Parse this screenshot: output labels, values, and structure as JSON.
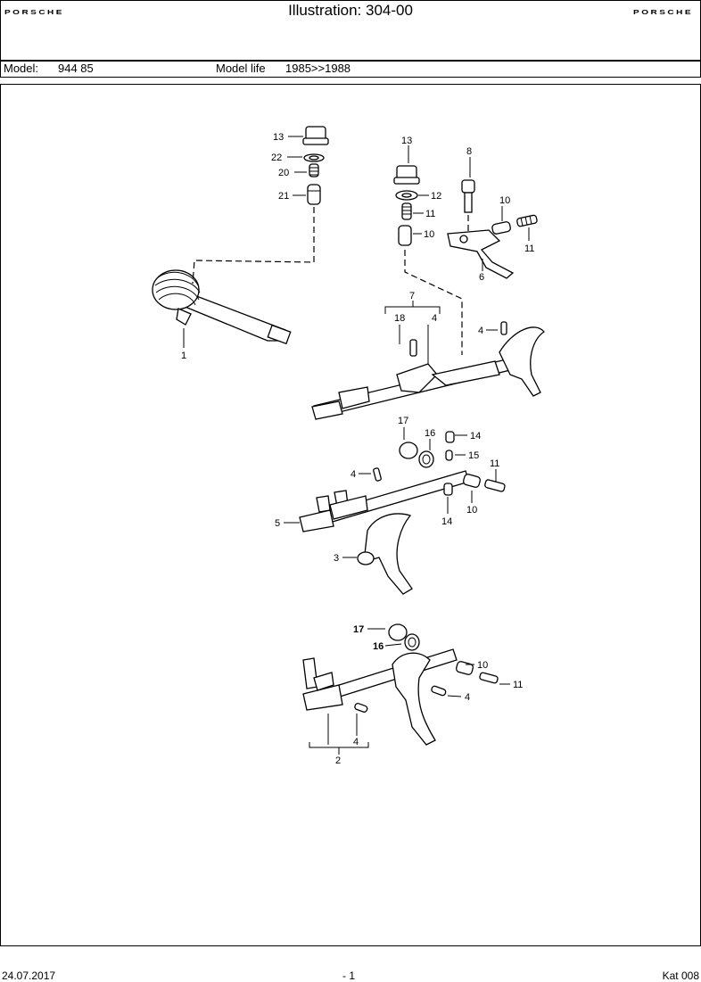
{
  "header": {
    "brand_left": "PORSCHE",
    "brand_right": "PORSCHE",
    "title": "Illustration: 304-00"
  },
  "model_bar": {
    "model_label": "Model:",
    "model_value": "944 85",
    "life_label": "Model life",
    "life_value": "1985>>1988"
  },
  "diagram": {
    "callouts": [
      {
        "id": "c13a",
        "text": "13"
      },
      {
        "id": "c22",
        "text": "22"
      },
      {
        "id": "c20",
        "text": "20"
      },
      {
        "id": "c21",
        "text": "21"
      },
      {
        "id": "c13b",
        "text": "13"
      },
      {
        "id": "c12",
        "text": "12"
      },
      {
        "id": "c11a",
        "text": "11"
      },
      {
        "id": "c10a",
        "text": "10"
      },
      {
        "id": "c8",
        "text": "8"
      },
      {
        "id": "c10b",
        "text": "10"
      },
      {
        "id": "c11b",
        "text": "11"
      },
      {
        "id": "c6",
        "text": "6"
      },
      {
        "id": "c1",
        "text": "1"
      },
      {
        "id": "c7",
        "text": "7"
      },
      {
        "id": "c18",
        "text": "18"
      },
      {
        "id": "c4a",
        "text": "4"
      },
      {
        "id": "c4b",
        "text": "4"
      },
      {
        "id": "c17a",
        "text": "17"
      },
      {
        "id": "c16a",
        "text": "16"
      },
      {
        "id": "c14a",
        "text": "14"
      },
      {
        "id": "c15",
        "text": "15"
      },
      {
        "id": "c4c",
        "text": "4"
      },
      {
        "id": "c11c",
        "text": "11"
      },
      {
        "id": "c10c",
        "text": "10"
      },
      {
        "id": "c14b",
        "text": "14"
      },
      {
        "id": "c5",
        "text": "5"
      },
      {
        "id": "c3",
        "text": "3"
      },
      {
        "id": "c17b",
        "text": "17"
      },
      {
        "id": "c16b",
        "text": "16"
      },
      {
        "id": "c10d",
        "text": "10"
      },
      {
        "id": "c11d",
        "text": "11"
      },
      {
        "id": "c4d",
        "text": "4"
      },
      {
        "id": "c4e",
        "text": "4"
      },
      {
        "id": "c2",
        "text": "2"
      }
    ]
  },
  "footer": {
    "date": "24.07.2017",
    "page": "- 1",
    "catalog": "Kat 008"
  }
}
